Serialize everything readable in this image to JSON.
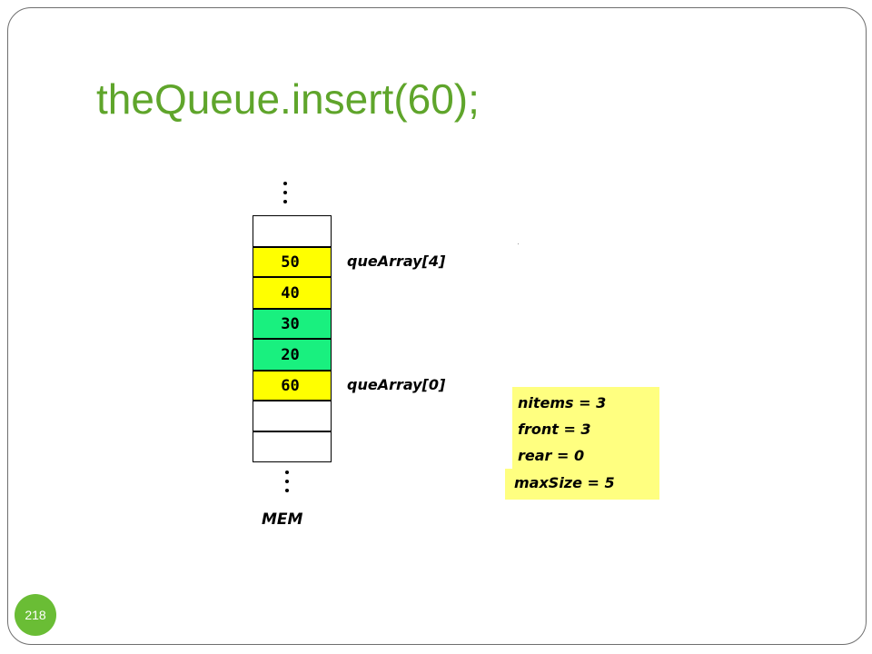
{
  "slide": {
    "title": "theQueue.insert(60);",
    "page_number": "218"
  },
  "memory": {
    "label": "MEM",
    "cells": [
      {
        "value": "",
        "color": "#ffffff"
      },
      {
        "value": "50",
        "color": "#ffff00"
      },
      {
        "value": "40",
        "color": "#ffff00"
      },
      {
        "value": "30",
        "color": "#19f07f"
      },
      {
        "value": "20",
        "color": "#19f07f"
      },
      {
        "value": "60",
        "color": "#ffff00"
      },
      {
        "value": "",
        "color": "#ffffff"
      },
      {
        "value": "",
        "color": "#ffffff"
      }
    ],
    "labels": {
      "top": "queArray[4]",
      "bottom": "queArray[0]"
    }
  },
  "state": {
    "nitems": "nitems = 3",
    "front": "front = 3",
    "rear": "rear = 0",
    "max_size": "maxSize = 5"
  },
  "colors": {
    "title": "#5fa52b",
    "badge": "#6abd35",
    "info_box": "#ffff80"
  }
}
